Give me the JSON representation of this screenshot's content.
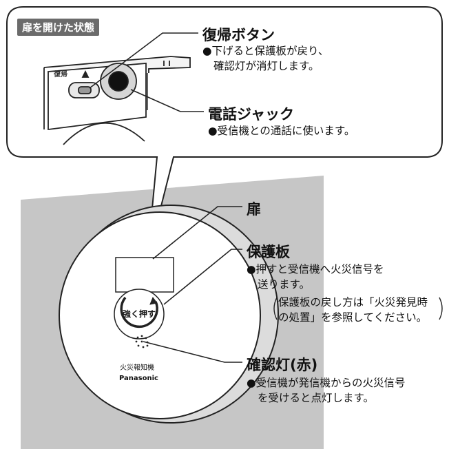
{
  "inset_label": "扉を開けた状態",
  "callouts": {
    "reset_button": {
      "title": "復帰ボタン",
      "lines": [
        "●下げると保護板が戻り、",
        "確認灯が消灯します。"
      ]
    },
    "phone_jack": {
      "title": "電話ジャック",
      "lines": [
        "●受信機との通話に使います。"
      ]
    },
    "door": {
      "title": "扉"
    },
    "protection_plate": {
      "title": "保護板",
      "lines": [
        "●押すと受信機へ火災信号を",
        "送ります。",
        "保護板の戻し方は「火災発見時",
        "の処置」を参照してください。"
      ]
    },
    "indicator_lamp": {
      "title": "確認灯(赤)",
      "lines": [
        "●受信機が発信機からの火災信号",
        "を受けると点灯します。"
      ]
    }
  },
  "device": {
    "inset_reset_label": "復帰",
    "push_label": "強く押す",
    "product_label": "火災報知機",
    "brand": "Panasonic"
  },
  "colors": {
    "wall": "#c6c6c6",
    "outline": "#222222",
    "label_bg": "#6b6b6b"
  }
}
